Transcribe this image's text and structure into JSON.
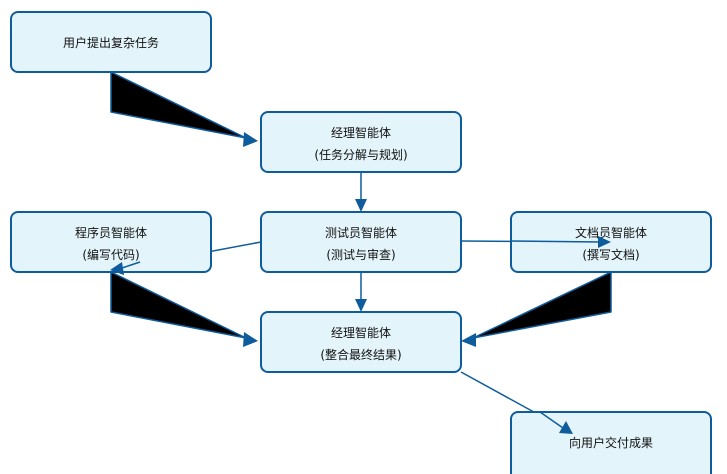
{
  "nodes": {
    "user_task": {
      "line1": "用户提出复杂任务",
      "line2": ""
    },
    "manager_plan": {
      "line1": "经理智能体",
      "line2": "(任务分解与规划)"
    },
    "programmer": {
      "line1": "程序员智能体",
      "line2": "(编写代码)"
    },
    "tester": {
      "line1": "测试员智能体",
      "line2": "(测试与审查)"
    },
    "writer": {
      "line1": "文档员智能体",
      "line2": "(撰写文档)"
    },
    "manager_integrate": {
      "line1": "经理智能体",
      "line2": "(整合最终结果)"
    },
    "deliver": {
      "line1": "向用户交付成果",
      "line2": ""
    }
  },
  "edges": [
    {
      "from": "user_task",
      "to": "manager_plan"
    },
    {
      "from": "manager_plan",
      "to": "tester"
    },
    {
      "from": "tester",
      "to": "programmer"
    },
    {
      "from": "tester",
      "to": "writer"
    },
    {
      "from": "tester",
      "to": "manager_integrate"
    },
    {
      "from": "programmer",
      "to": "manager_integrate"
    },
    {
      "from": "writer",
      "to": "manager_integrate"
    },
    {
      "from": "manager_integrate",
      "to": "deliver"
    }
  ],
  "colors": {
    "node_fill": "#e3f4fb",
    "node_stroke": "#0f5c9c",
    "edge": "#0f5c9c",
    "wedge_fill": "#000000"
  }
}
